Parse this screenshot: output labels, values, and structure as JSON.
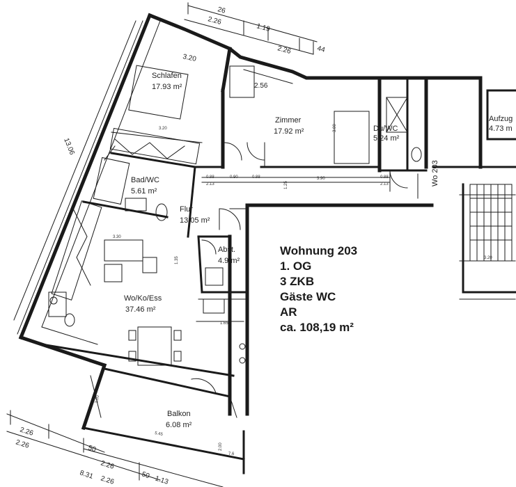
{
  "title": "Wohnung 203",
  "details": [
    "1. OG",
    "3 ZKB",
    "Gäste WC",
    "AR",
    "ca. 108,19 m²"
  ],
  "rooms": [
    {
      "name": "Schlafen",
      "area": "17.93 m²"
    },
    {
      "name": "Zimmer",
      "area": "17.92 m²"
    },
    {
      "name": "Du/WC",
      "area": "5.24 m²"
    },
    {
      "name": "Bad/WC",
      "area": "5.61 m²"
    },
    {
      "name": "Flur",
      "area": "13.05 m²"
    },
    {
      "name": "Abst.",
      "area": "4.9 m²"
    },
    {
      "name": "Wo/Ko/Ess",
      "area": "37.46 m²"
    },
    {
      "name": "Balkon",
      "area": "6.08 m²"
    },
    {
      "name": "Aufzug",
      "area": "4.73 m"
    }
  ],
  "neighbor_label": "Wo 203",
  "dimensions": {
    "top": [
      "2.26",
      "1.19",
      "2.26",
      "44"
    ],
    "top_cut": "26",
    "left_wall": "13.06",
    "schlafen_width": "3.20",
    "zimmer_corner": "2.56",
    "bottom": [
      "2.26",
      "2.26",
      "50",
      "2.26",
      "8.31",
      "2.26",
      "50",
      "1.13"
    ],
    "interior": [
      "3.20",
      "2.00",
      "5.45",
      "2.00",
      "3.30",
      "1.65",
      "1.35",
      "3.00",
      "1.25",
      "3.90",
      "0.88",
      "0.90",
      "0.88",
      "2.13",
      "0.88",
      "2.13",
      "3.20",
      "7.6"
    ]
  }
}
